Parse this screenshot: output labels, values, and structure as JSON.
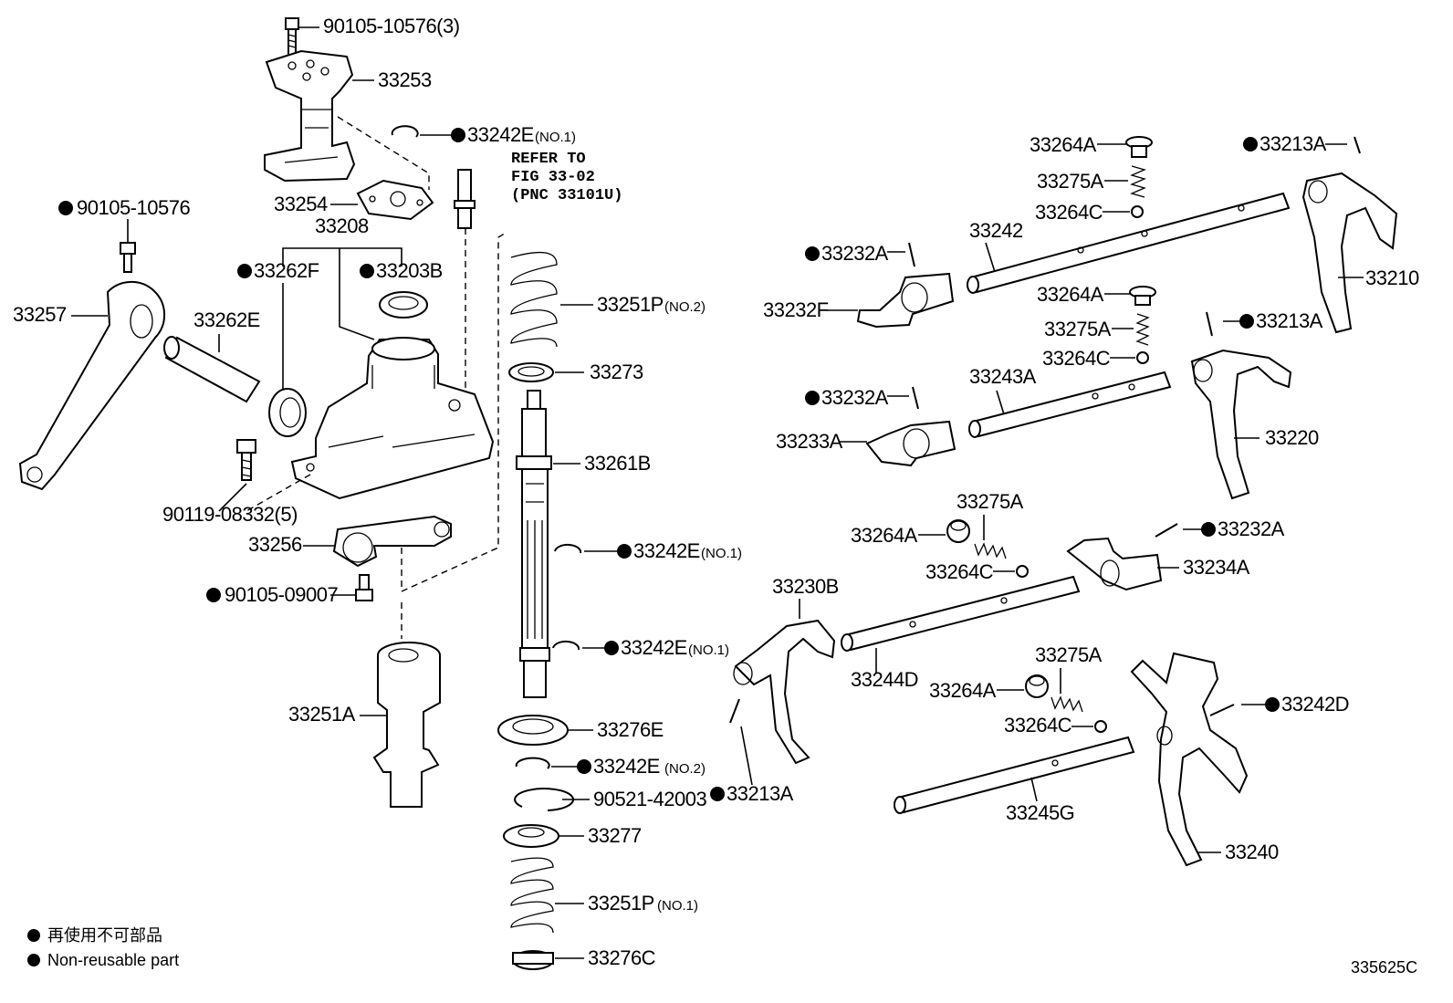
{
  "labels": {
    "l90105_10576_3": "90105-10576(3)",
    "l33253": "33253",
    "l33242E_a": "33242E",
    "l33242E_a_note": "(NO.1)",
    "refer_line1": "REFER TO",
    "refer_line2": "FIG 33-02",
    "refer_line3": "(PNC 33101U)",
    "l33254": "33254",
    "l33208": "33208",
    "l90105_10576": "90105-10576",
    "l33262F": "33262F",
    "l33203B": "33203B",
    "l33257": "33257",
    "l33262E": "33262E",
    "l33251P_a": "33251P",
    "l33251P_a_note": "(NO.2)",
    "l33273": "33273",
    "l33261B": "33261B",
    "l90119": "90119-08332(5)",
    "l33256": "33256",
    "l33242E_b": "33242E",
    "l33242E_b_note": "(NO.1)",
    "l90105_09007": "90105-09007",
    "l33242E_c": "33242E",
    "l33242E_c_note": "(NO.1)",
    "l33251A": "33251A",
    "l33276E": "33276E",
    "l33242E_d": "33242E",
    "l33242E_d_note": "(NO.2)",
    "l90521": "90521-42003",
    "l33277": "33277",
    "l33251P_b": "33251P",
    "l33251P_b_note": "(NO.1)",
    "l33276C": "33276C",
    "l33264A_1": "33264A",
    "l33275A_1": "33275A",
    "l33264C_1": "33264C",
    "l33213A_1": "33213A",
    "l33242": "33242",
    "l33232A_1": "33232A",
    "l33210": "33210",
    "l33232F": "33232F",
    "l33264A_2": "33264A",
    "l33275A_2": "33275A",
    "l33213A_2": "33213A",
    "l33264C_2": "33264C",
    "l33243A": "33243A",
    "l33232A_2": "33232A",
    "l33220": "33220",
    "l33233A": "33233A",
    "l33275A_3": "33275A",
    "l33264A_3": "33264A",
    "l33232A_3": "33232A",
    "l33264C_3": "33264C",
    "l33234A": "33234A",
    "l33230B": "33230B",
    "l33244D": "33244D",
    "l33275A_4": "33275A",
    "l33264A_4": "33264A",
    "l33242D": "33242D",
    "l33264C_4": "33264C",
    "l33213A_3": "33213A",
    "l33245G": "33245G",
    "l33240": "33240"
  },
  "legend": {
    "jp": "再使用不可部品",
    "en": "Non-reusable part"
  },
  "figure_id": "335625C"
}
